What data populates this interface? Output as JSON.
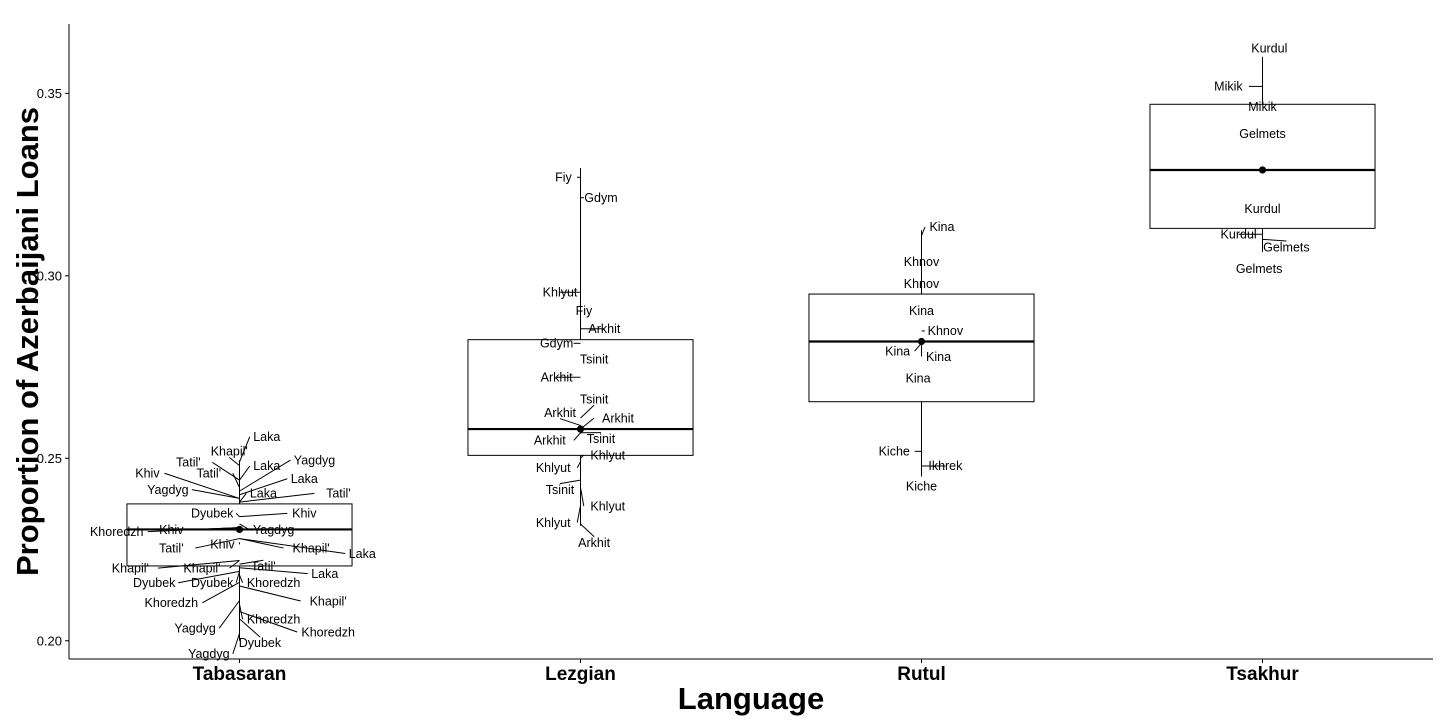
{
  "chart_data": {
    "type": "box",
    "title": "",
    "xlabel": "Language",
    "ylabel": "Proportion of Azerbaijani Loans",
    "ylim": [
      0.195,
      0.369
    ],
    "yticks": [
      0.2,
      0.25,
      0.3,
      0.35
    ],
    "ytick_labels": [
      "0.20",
      "0.25",
      "0.30",
      "0.35"
    ],
    "grid": false,
    "categories": [
      "Tabasaran",
      "Lezgian",
      "Rutul",
      "Tsakhur"
    ],
    "boxes": [
      {
        "category": "Tabasaran",
        "whisker_low": 0.2,
        "q1": 0.2205,
        "median": 0.2305,
        "mean": 0.2305,
        "q3": 0.2375,
        "whisker_high": 0.2495
      },
      {
        "category": "Lezgian",
        "whisker_low": 0.2315,
        "q1": 0.2508,
        "median": 0.258,
        "mean": 0.258,
        "q3": 0.2825,
        "whisker_high": 0.3295
      },
      {
        "category": "Rutul",
        "whisker_low": 0.245,
        "q1": 0.2655,
        "median": 0.282,
        "mean": 0.282,
        "q3": 0.295,
        "whisker_high": 0.3125
      },
      {
        "category": "Tsakhur",
        "whisker_low": 0.3065,
        "q1": 0.313,
        "median": 0.329,
        "mean": 0.329,
        "q3": 0.347,
        "whisker_high": 0.36
      }
    ],
    "point_labels": [
      {
        "group": "Tabasaran",
        "text": "Laka",
        "x": 0.08,
        "y": 0.2559,
        "ax": 0,
        "ay": 0.249
      },
      {
        "group": "Tabasaran",
        "text": "Khapil'",
        "x": -0.03,
        "y": 0.2519,
        "ax": 0,
        "ay": 0.248
      },
      {
        "group": "Tabasaran",
        "text": "Tatil'",
        "x": -0.15,
        "y": 0.2489,
        "ax": 0,
        "ay": 0.244
      },
      {
        "group": "Tabasaran",
        "text": "Yagdyg",
        "x": 0.22,
        "y": 0.2495,
        "ax": 0,
        "ay": 0.241
      },
      {
        "group": "Tabasaran",
        "text": "Laka",
        "x": 0.08,
        "y": 0.2479,
        "ax": 0,
        "ay": 0.244
      },
      {
        "group": "Tabasaran",
        "text": "Khiv",
        "x": -0.27,
        "y": 0.2459,
        "ax": 0,
        "ay": 0.239
      },
      {
        "group": "Tabasaran",
        "text": "Tatil'",
        "x": -0.09,
        "y": 0.2459,
        "ax": 0,
        "ay": 0.242
      },
      {
        "group": "Tabasaran",
        "text": "Laka",
        "x": 0.19,
        "y": 0.2444,
        "ax": 0,
        "ay": 0.24
      },
      {
        "group": "Tabasaran",
        "text": "Yagdyg",
        "x": -0.21,
        "y": 0.2414,
        "ax": 0,
        "ay": 0.239
      },
      {
        "group": "Tabasaran",
        "text": "Laka",
        "x": 0.07,
        "y": 0.2404,
        "ax": 0,
        "ay": 0.238
      },
      {
        "group": "Tabasaran",
        "text": "Tatil'",
        "x": 0.29,
        "y": 0.2404,
        "ax": 0,
        "ay": 0.238
      },
      {
        "group": "Tabasaran",
        "text": "Dyubek",
        "x": -0.08,
        "y": 0.2349,
        "ax": 0,
        "ay": 0.234
      },
      {
        "group": "Tabasaran",
        "text": "Khiv",
        "x": 0.19,
        "y": 0.2349,
        "ax": 0,
        "ay": 0.234
      },
      {
        "group": "Tabasaran",
        "text": "Khoredzh",
        "x": -0.36,
        "y": 0.2299,
        "ax": 0,
        "ay": 0.231
      },
      {
        "group": "Tabasaran",
        "text": "Khiv",
        "x": -0.2,
        "y": 0.2304,
        "ax": 0,
        "ay": 0.231
      },
      {
        "group": "Tabasaran",
        "text": "Yagdyg",
        "x": 0.1,
        "y": 0.2304,
        "ax": 0,
        "ay": 0.232
      },
      {
        "group": "Tabasaran",
        "text": "Tatil'",
        "x": -0.2,
        "y": 0.2254,
        "ax": 0,
        "ay": 0.228
      },
      {
        "group": "Tabasaran",
        "text": "Khiv",
        "x": -0.05,
        "y": 0.2264,
        "ax": 0,
        "ay": 0.227
      },
      {
        "group": "Tabasaran",
        "text": "Khapil'",
        "x": 0.21,
        "y": 0.2254,
        "ax": 0,
        "ay": 0.228
      },
      {
        "group": "Tabasaran",
        "text": "Laka",
        "x": 0.36,
        "y": 0.2239,
        "ax": 0,
        "ay": 0.228
      },
      {
        "group": "Tabasaran",
        "text": "Khapil'",
        "x": -0.32,
        "y": 0.2199,
        "ax": 0,
        "ay": 0.222
      },
      {
        "group": "Tabasaran",
        "text": "Khapil'",
        "x": -0.11,
        "y": 0.2199,
        "ax": 0,
        "ay": 0.222
      },
      {
        "group": "Tabasaran",
        "text": "Tatil'",
        "x": 0.07,
        "y": 0.2204,
        "ax": 0,
        "ay": 0.221
      },
      {
        "group": "Tabasaran",
        "text": "Laka",
        "x": 0.25,
        "y": 0.2184,
        "ax": 0,
        "ay": 0.22
      },
      {
        "group": "Tabasaran",
        "text": "Dyubek",
        "x": -0.25,
        "y": 0.2159,
        "ax": 0,
        "ay": 0.219
      },
      {
        "group": "Tabasaran",
        "text": "Dyubek",
        "x": -0.08,
        "y": 0.2159,
        "ax": 0,
        "ay": 0.219
      },
      {
        "group": "Tabasaran",
        "text": "Khoredzh",
        "x": 0.1,
        "y": 0.2159,
        "ax": 0,
        "ay": 0.218
      },
      {
        "group": "Tabasaran",
        "text": "Khoredzh",
        "x": -0.2,
        "y": 0.2104,
        "ax": 0,
        "ay": 0.216
      },
      {
        "group": "Tabasaran",
        "text": "Khapil'",
        "x": 0.26,
        "y": 0.2109,
        "ax": 0,
        "ay": 0.215
      },
      {
        "group": "Tabasaran",
        "text": "Yagdyg",
        "x": -0.13,
        "y": 0.2034,
        "ax": 0,
        "ay": 0.211
      },
      {
        "group": "Tabasaran",
        "text": "Khoredzh",
        "x": 0.1,
        "y": 0.2059,
        "ax": 0,
        "ay": 0.21
      },
      {
        "group": "Tabasaran",
        "text": "Khoredzh",
        "x": 0.26,
        "y": 0.2024,
        "ax": 0,
        "ay": 0.208
      },
      {
        "group": "Tabasaran",
        "text": "Dyubek",
        "x": 0.06,
        "y": 0.1994,
        "ax": 0,
        "ay": 0.206
      },
      {
        "group": "Tabasaran",
        "text": "Yagdyg",
        "x": -0.09,
        "y": 0.1964,
        "ax": 0,
        "ay": 0.202
      },
      {
        "group": "Lezgian",
        "text": "Fiy",
        "x": -0.05,
        "y": 0.327,
        "ax": 0,
        "ay": 0.327
      },
      {
        "group": "Lezgian",
        "text": "Gdym",
        "x": 0.06,
        "y": 0.3214,
        "ax": 0,
        "ay": 0.3214
      },
      {
        "group": "Lezgian",
        "text": "Khlyut",
        "x": -0.06,
        "y": 0.2955,
        "ax": 0,
        "ay": 0.2955
      },
      {
        "group": "Lezgian",
        "text": "Fiy",
        "x": 0.01,
        "y": 0.2905,
        "ax": 0,
        "ay": 0.2905
      },
      {
        "group": "Lezgian",
        "text": "Arkhit",
        "x": 0.07,
        "y": 0.2855,
        "ax": 0,
        "ay": 0.2855
      },
      {
        "group": "Lezgian",
        "text": "Gdym",
        "x": -0.07,
        "y": 0.2815,
        "ax": 0,
        "ay": 0.2815
      },
      {
        "group": "Lezgian",
        "text": "Tsinit",
        "x": 0.04,
        "y": 0.2772,
        "ax": 0,
        "ay": 0.2772
      },
      {
        "group": "Lezgian",
        "text": "Arkhit",
        "x": -0.07,
        "y": 0.2722,
        "ax": 0,
        "ay": 0.2722
      },
      {
        "group": "Lezgian",
        "text": "Tsinit",
        "x": 0.04,
        "y": 0.2662,
        "ax": 0,
        "ay": 0.261
      },
      {
        "group": "Lezgian",
        "text": "Arkhit",
        "x": -0.06,
        "y": 0.2625,
        "ax": 0,
        "ay": 0.259
      },
      {
        "group": "Lezgian",
        "text": "Arkhit",
        "x": 0.11,
        "y": 0.261,
        "ax": 0,
        "ay": 0.258
      },
      {
        "group": "Lezgian",
        "text": "Arkhit",
        "x": -0.09,
        "y": 0.2549,
        "ax": 0,
        "ay": 0.257
      },
      {
        "group": "Lezgian",
        "text": "Tsinit",
        "x": 0.06,
        "y": 0.2554,
        "ax": 0,
        "ay": 0.257
      },
      {
        "group": "Lezgian",
        "text": "Khlyut",
        "x": 0.08,
        "y": 0.2509,
        "ax": 0,
        "ay": 0.25
      },
      {
        "group": "Lezgian",
        "text": "Khlyut",
        "x": -0.08,
        "y": 0.2474,
        "ax": 0,
        "ay": 0.249
      },
      {
        "group": "Lezgian",
        "text": "Tsinit",
        "x": -0.06,
        "y": 0.2414,
        "ax": 0,
        "ay": 0.244
      },
      {
        "group": "Lezgian",
        "text": "Khlyut",
        "x": 0.08,
        "y": 0.2369,
        "ax": 0,
        "ay": 0.242
      },
      {
        "group": "Lezgian",
        "text": "Khlyut",
        "x": -0.08,
        "y": 0.2324,
        "ax": 0,
        "ay": 0.237
      },
      {
        "group": "Lezgian",
        "text": "Arkhit",
        "x": 0.04,
        "y": 0.2269,
        "ax": 0,
        "ay": 0.232
      },
      {
        "group": "Rutul",
        "text": "Kina",
        "x": 0.06,
        "y": 0.3134,
        "ax": 0,
        "ay": 0.311
      },
      {
        "group": "Rutul",
        "text": "Khnov",
        "x": 0.0,
        "y": 0.3039,
        "ax": 0,
        "ay": 0.3039
      },
      {
        "group": "Rutul",
        "text": "Khnov",
        "x": 0.0,
        "y": 0.2979,
        "ax": 0,
        "ay": 0.2979
      },
      {
        "group": "Rutul",
        "text": "Kina",
        "x": 0.0,
        "y": 0.2904,
        "ax": 0,
        "ay": 0.2904
      },
      {
        "group": "Rutul",
        "text": "Khnov",
        "x": 0.07,
        "y": 0.2849,
        "ax": 0,
        "ay": 0.2849
      },
      {
        "group": "Rutul",
        "text": "Kina",
        "x": -0.07,
        "y": 0.2794,
        "ax": 0,
        "ay": 0.2815
      },
      {
        "group": "Rutul",
        "text": "Kina",
        "x": 0.05,
        "y": 0.2779,
        "ax": 0,
        "ay": 0.281
      },
      {
        "group": "Rutul",
        "text": "Kina",
        "x": -0.01,
        "y": 0.2719,
        "ax": 0,
        "ay": 0.2719
      },
      {
        "group": "Rutul",
        "text": "Kiche",
        "x": -0.08,
        "y": 0.2519,
        "ax": 0,
        "ay": 0.2519
      },
      {
        "group": "Rutul",
        "text": "Ikhrek",
        "x": 0.07,
        "y": 0.2479,
        "ax": 0,
        "ay": 0.2479
      },
      {
        "group": "Rutul",
        "text": "Kiche",
        "x": 0.0,
        "y": 0.2424,
        "ax": 0,
        "ay": 0.2424
      },
      {
        "group": "Tsakhur",
        "text": "Kurdul",
        "x": 0.02,
        "y": 0.3624,
        "ax": 0,
        "ay": 0.3624
      },
      {
        "group": "Tsakhur",
        "text": "Mikik",
        "x": -0.1,
        "y": 0.3519,
        "ax": 0,
        "ay": 0.3519
      },
      {
        "group": "Tsakhur",
        "text": "Mikik",
        "x": 0.0,
        "y": 0.3464,
        "ax": 0,
        "ay": 0.3464
      },
      {
        "group": "Tsakhur",
        "text": "Gelmets",
        "x": 0.0,
        "y": 0.3389,
        "ax": 0,
        "ay": 0.3389
      },
      {
        "group": "Tsakhur",
        "text": "Kurdul",
        "x": 0.0,
        "y": 0.3184,
        "ax": 0,
        "ay": 0.3184
      },
      {
        "group": "Tsakhur",
        "text": "Kurdul",
        "x": -0.07,
        "y": 0.3114,
        "ax": 0,
        "ay": 0.3114
      },
      {
        "group": "Tsakhur",
        "text": "Gelmets",
        "x": 0.07,
        "y": 0.3079,
        "ax": 0,
        "ay": 0.31
      },
      {
        "group": "Tsakhur",
        "text": "Gelmets",
        "x": -0.01,
        "y": 0.3019,
        "ax": 0,
        "ay": 0.3019
      }
    ]
  }
}
